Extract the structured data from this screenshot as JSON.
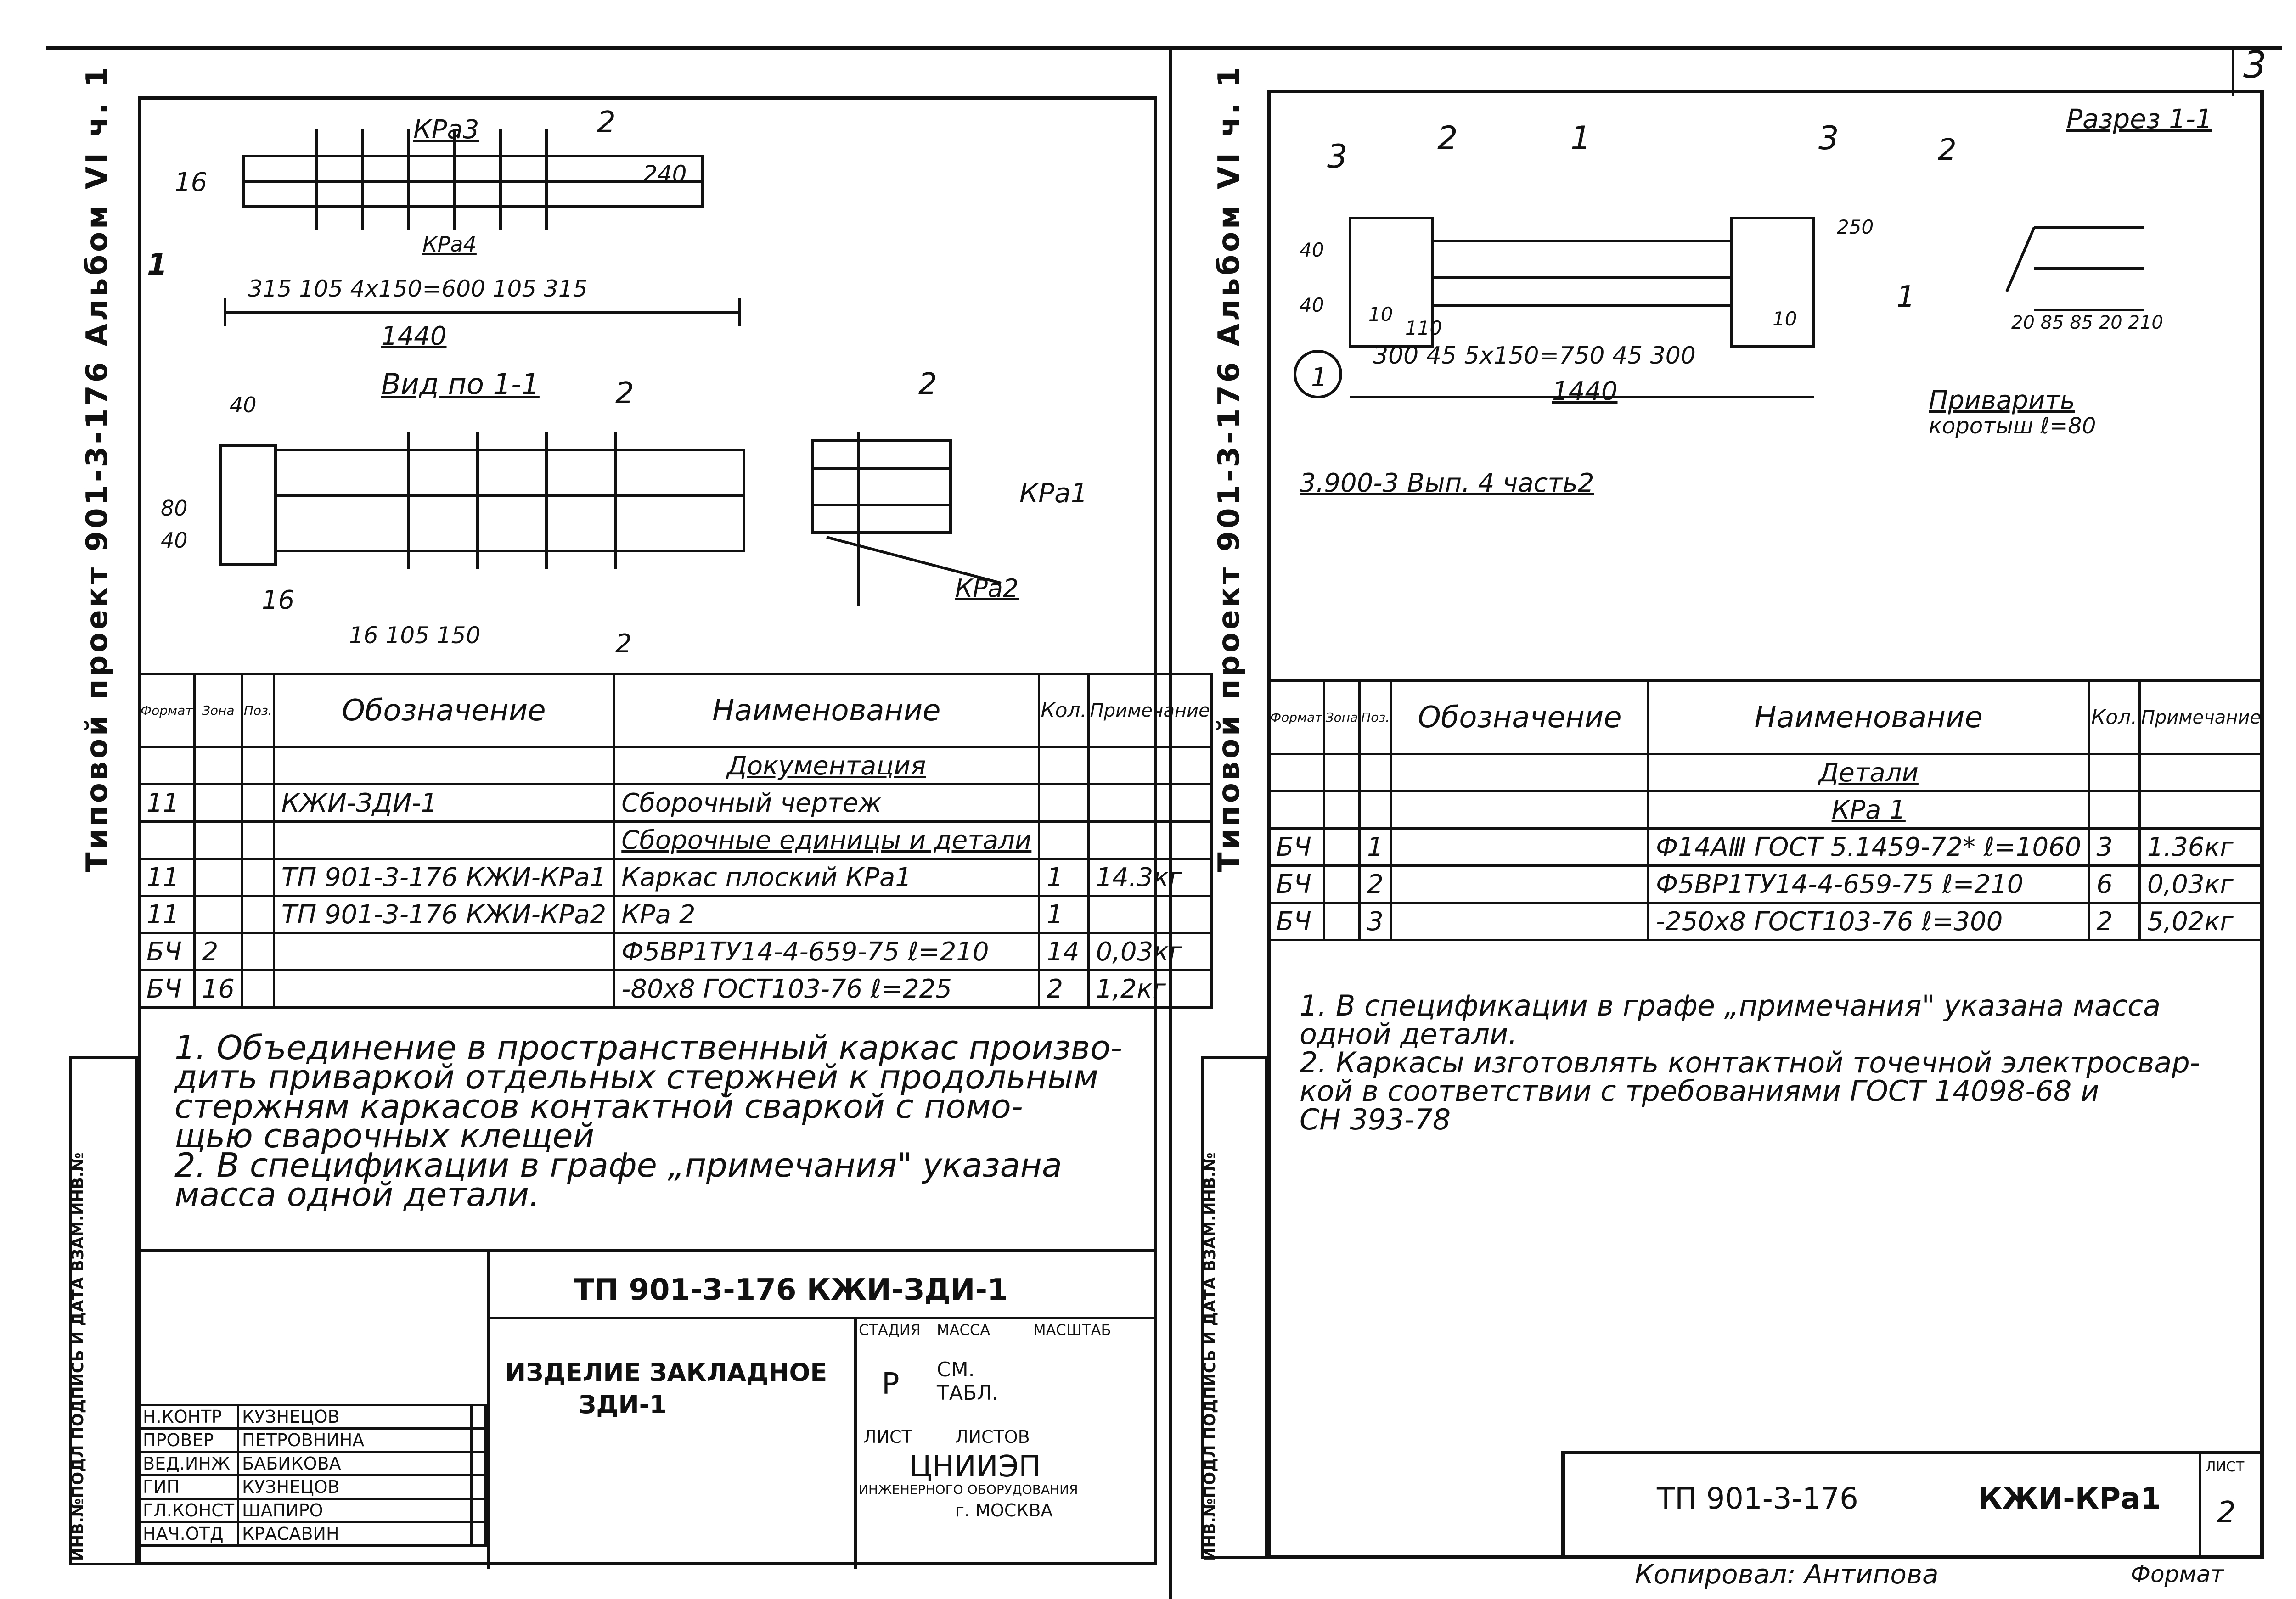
{
  "sheet_number": "3",
  "side_strip": {
    "project": "Типовой проект 901-3-176 Альбом VI ч. 1",
    "inv": "ИНВ.№ПОДЛ ПОДПИСЬ И ДАТА ВЗАМ.ИНВ.№"
  },
  "left": {
    "drawing_labels": {
      "krp3": "КРа3",
      "krp4": "КРа4",
      "callout2a": "2",
      "callout16": "16",
      "dim240": "240",
      "dims_row": "315  105  4x150=600  105  315",
      "dim1440": "1440",
      "arrow1": "1",
      "view": "Вид по 1-1",
      "v40": "40",
      "v80": "80",
      "v40b": "40",
      "v16": "16",
      "bottom_dims": "16  105  150",
      "callout2b": "2",
      "callout2c": "2",
      "kpa1": "КРа1",
      "kpa2": "КРа2"
    },
    "table": {
      "headers": [
        "Формат",
        "Зона",
        "Поз.",
        "Обозначение",
        "Наименование",
        "Кол.",
        "Примечание"
      ],
      "rows": [
        [
          "",
          "",
          "",
          "",
          "Документация",
          "",
          ""
        ],
        [
          "11",
          "",
          "",
          "КЖИ-ЗДИ-1",
          "Сборочный чертеж",
          "",
          ""
        ],
        [
          "",
          "",
          "",
          "",
          "Сборочные единицы и детали",
          "",
          ""
        ],
        [
          "11",
          "",
          "",
          "ТП 901-3-176 КЖИ-КРа1",
          "Каркас плоский КРа1",
          "1",
          "14.3кг"
        ],
        [
          "11",
          "",
          "",
          "ТП 901-3-176 КЖИ-КРа2",
          "КРа 2",
          "1",
          ""
        ],
        [
          "БЧ",
          "2",
          "",
          "",
          "Ф5ВР1ТУ14-4-659-75 ℓ=210",
          "14",
          "0,03кг"
        ],
        [
          "БЧ",
          "16",
          "",
          "",
          "-80х8 ГОСТ103-76 ℓ=225",
          "2",
          "1,2кг"
        ]
      ]
    },
    "notes": [
      "1. Объединение в пространственный каркас произво-",
      "дить приваркой отдельных стержней к продольным",
      "стержням каркасов контактной сваркой с помо-",
      "щью сварочных клещей",
      "2. В спецификации в графе „примечания\" указана",
      "масса одной детали."
    ],
    "title_block": {
      "code": "ТП 901-3-176   КЖИ-ЗДИ-1",
      "name1": "ИЗДЕЛИЕ ЗАКЛАДНОЕ",
      "name2": "ЗДИ-1",
      "stage_h": "СТАДИЯ",
      "mass_h": "МАССА",
      "scale_h": "МАСШТАБ",
      "stage": "Р",
      "mass": "СМ. ТАБЛ.",
      "sheet_h": "ЛИСТ",
      "sheets_h": "ЛИСТОВ",
      "org1": "ЦНИИЭП",
      "org2": "ИНЖЕНЕРНОГО ОБОРУДОВАНИЯ",
      "org3": "г. МОСКВА",
      "people": [
        [
          "Н.КОНТР",
          "КУЗНЕЦОВ"
        ],
        [
          "ПРОВЕР",
          "ПЕТРОВНИНА"
        ],
        [
          "ВЕД.ИНЖ",
          "БАБИКОВА"
        ],
        [
          "ГИП",
          "КУЗНЕЦОВ"
        ],
        [
          "ГЛ.КОНСТ",
          "ШАПИРО"
        ],
        [
          "НАЧ.ОТД",
          "КРАСАВИН"
        ]
      ]
    }
  },
  "right": {
    "drawing_labels": {
      "c3a": "3",
      "c2": "2",
      "c1": "1",
      "c3b": "3",
      "section": "Разрез 1-1",
      "sec2": "2",
      "sec1": "1",
      "d40": "40",
      "d40b": "40",
      "d250": "250",
      "d10": "10",
      "d110": "110",
      "d10b": "10",
      "dims_row": "300  45  5x150=750  45  300",
      "d1440": "1440",
      "circle1": "1",
      "weld": "Приварить",
      "weld2": "коротыш ℓ=80",
      "ref": "3.900-3 Вып. 4 часть2",
      "sec_dims": "20 85 85 20 210"
    },
    "table": {
      "headers": [
        "Формат",
        "Зона",
        "Поз.",
        "Обозначение",
        "Наименование",
        "Кол.",
        "Примечание"
      ],
      "rows": [
        [
          "",
          "",
          "",
          "",
          "Детали",
          "",
          ""
        ],
        [
          "",
          "",
          "",
          "",
          "КРа 1",
          "",
          ""
        ],
        [
          "БЧ",
          "",
          "1",
          "",
          "Ф14АⅢ ГОСТ 5.1459-72* ℓ=1060",
          "3",
          "1.36кг"
        ],
        [
          "БЧ",
          "",
          "2",
          "",
          "Ф5ВР1ТУ14-4-659-75 ℓ=210",
          "6",
          "0,03кг"
        ],
        [
          "БЧ",
          "",
          "3",
          "",
          "-250х8 ГОСТ103-76 ℓ=300",
          "2",
          "5,02кг"
        ]
      ]
    },
    "notes": [
      "1. В спецификации в графе „примечания\" указана масса",
      "одной детали.",
      "2. Каркасы изготовлять контактной точечной электросвар-",
      "кой в соответствии с требованиями ГОСТ 14098-68 и",
      "СН 393-78"
    ],
    "title_block": {
      "code": "ТП 901-3-176",
      "code2": "КЖИ-КРа1",
      "sheet_h": "ЛИСТ",
      "sheet": "2"
    },
    "footer_left": "Копировал: Антипова",
    "footer_right": "Формат"
  }
}
